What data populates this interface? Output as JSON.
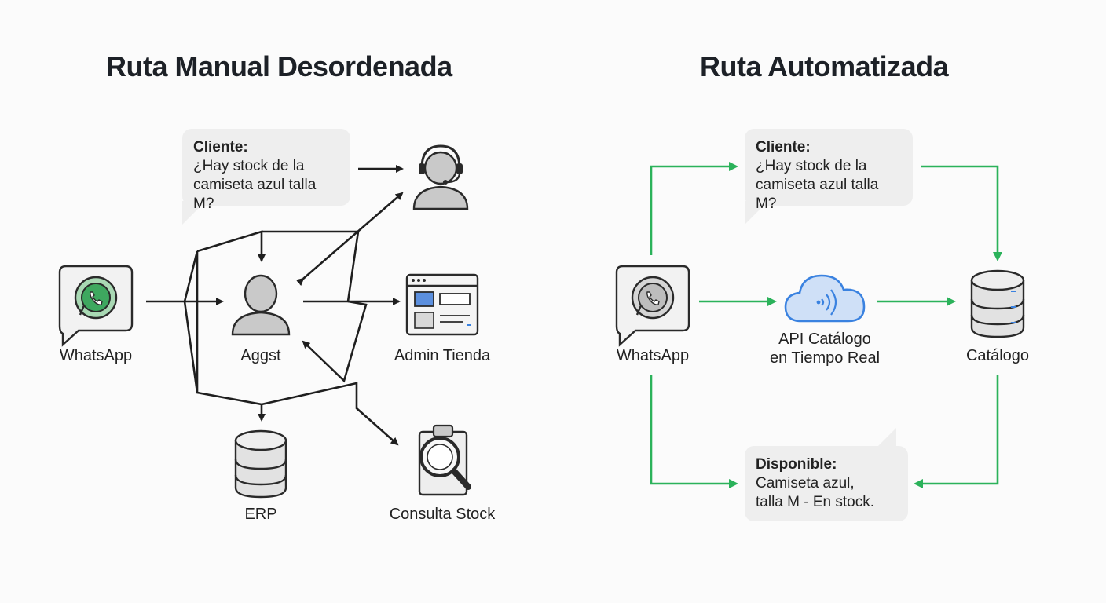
{
  "left": {
    "title": "Ruta Manual Desordenada",
    "bubble": {
      "head": "Cliente:",
      "line1": "¿Hay stock de la",
      "line2": "camiseta azul talla M?"
    },
    "labels": {
      "whatsapp": "WhatsApp",
      "agent": "Aggst",
      "admin": "Admin Tienda",
      "erp": "ERP",
      "stock": "Consulta Stock"
    },
    "icons": [
      "whatsapp-icon",
      "support-agent-icon",
      "person-icon",
      "browser-window-icon",
      "database-icon",
      "clipboard-search-icon"
    ]
  },
  "right": {
    "title": "Ruta Automatizada",
    "bubble_query": {
      "head": "Cliente:",
      "line1": "¿Hay stock de la",
      "line2": "camiseta azul talla M?"
    },
    "bubble_answer": {
      "head": "Disponible:",
      "line1": "Camiseta azul,",
      "line2": "talla M - En stock."
    },
    "labels": {
      "whatsapp": "WhatsApp",
      "api_line1": "API Catálogo",
      "api_line2": "en Tiempo Real",
      "catalog": "Catálogo"
    },
    "icons": [
      "whatsapp-icon",
      "cloud-api-icon",
      "database-icon"
    ]
  },
  "colors": {
    "manual_arrow": "#1f1f1f",
    "auto_arrow": "#2bb25a",
    "whatsapp_green": "#3ea85f",
    "cloud_blue": "#3a82e0",
    "icon_gray": "#c9c9c9",
    "bubble_bg": "#eeeeee"
  }
}
